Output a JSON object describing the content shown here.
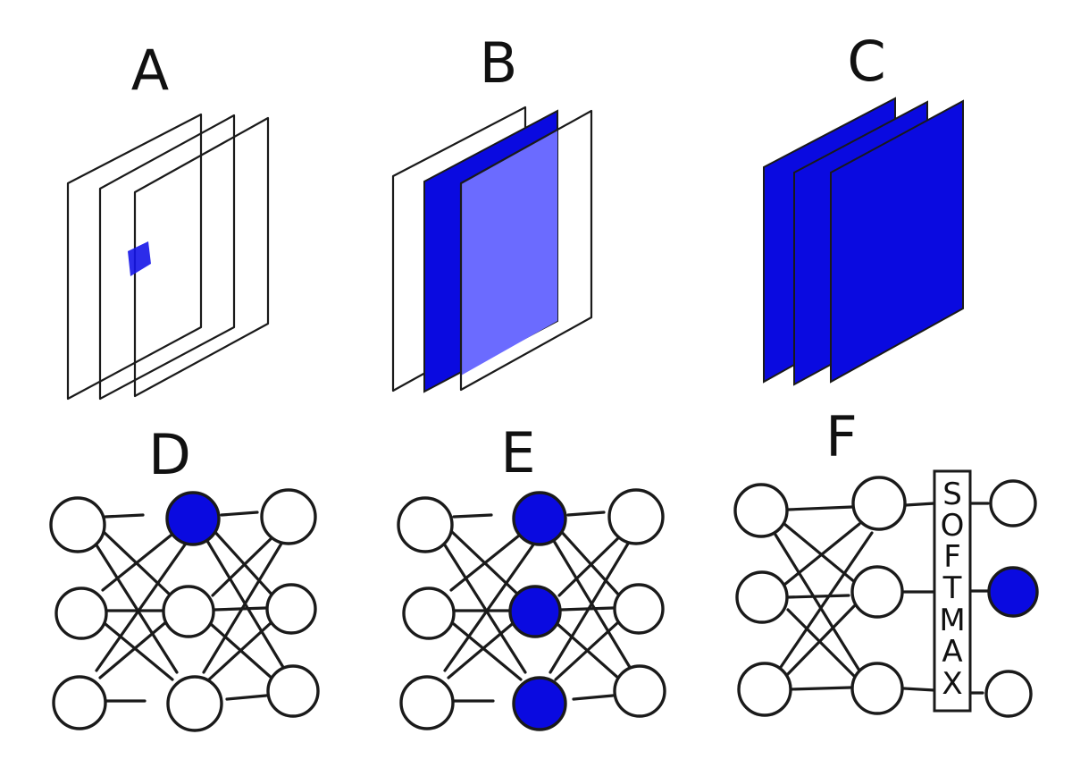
{
  "colors": {
    "highlight": "#0a0ae0",
    "highlight_light": "#6b6bff",
    "stroke": "#1a1a1a"
  },
  "panels": [
    {
      "label": "A",
      "highlight": "single-region"
    },
    {
      "label": "B",
      "highlight": "single-channel"
    },
    {
      "label": "C",
      "highlight": "all-channels"
    },
    {
      "label": "D",
      "highlight": "single-neuron"
    },
    {
      "label": "E",
      "highlight": "neuron-column"
    },
    {
      "label": "F",
      "highlight": "softmax-output"
    }
  ],
  "softmax_letters": [
    "S",
    "O",
    "F",
    "T",
    "M",
    "A",
    "X"
  ]
}
